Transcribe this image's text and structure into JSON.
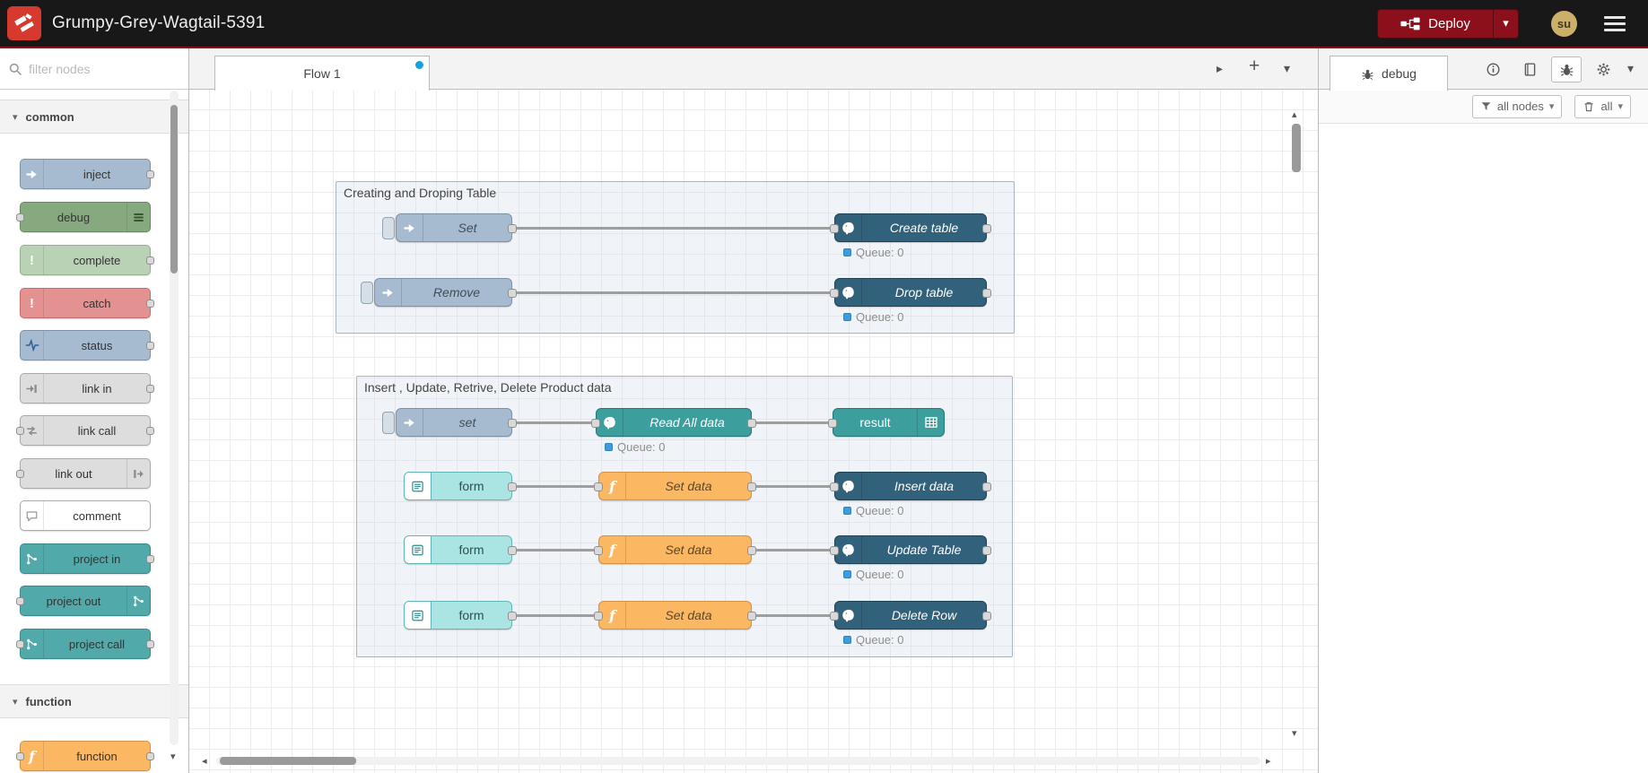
{
  "header": {
    "title": "Grumpy-Grey-Wagtail-5391",
    "deploy": {
      "label": "Deploy"
    },
    "user": {
      "initials": "su"
    }
  },
  "palette": {
    "search_placeholder": "filter nodes",
    "categories": [
      {
        "label": "common",
        "items": [
          {
            "label": "inject"
          },
          {
            "label": "debug"
          },
          {
            "label": "complete"
          },
          {
            "label": "catch"
          },
          {
            "label": "status"
          },
          {
            "label": "link in"
          },
          {
            "label": "link call"
          },
          {
            "label": "link out"
          },
          {
            "label": "comment"
          },
          {
            "label": "project in"
          },
          {
            "label": "project out"
          },
          {
            "label": "project call"
          }
        ]
      },
      {
        "label": "function",
        "items": [
          {
            "label": "function"
          }
        ]
      }
    ]
  },
  "workspace": {
    "tabs": [
      {
        "label": "Flow 1"
      }
    ],
    "groups": [
      {
        "label": "Creating and Droping Table"
      },
      {
        "label": "Insert , Update, Retrive, Delete Product data"
      }
    ],
    "nodes": [
      {
        "label": "Set"
      },
      {
        "label": "Create table",
        "status": "Queue: 0"
      },
      {
        "label": "Remove"
      },
      {
        "label": "Drop table",
        "status": "Queue: 0"
      },
      {
        "label": "set"
      },
      {
        "label": "Read All data",
        "status": "Queue: 0"
      },
      {
        "label": "result"
      },
      {
        "label": "form"
      },
      {
        "label": "Set data"
      },
      {
        "label": "Insert data",
        "status": "Queue: 0"
      },
      {
        "label": "form"
      },
      {
        "label": "Set data"
      },
      {
        "label": "Update Table",
        "status": "Queue: 0"
      },
      {
        "label": "form"
      },
      {
        "label": "Set data"
      },
      {
        "label": "Delete Row",
        "status": "Queue: 0"
      }
    ]
  },
  "sidebar": {
    "tabs": [
      {
        "label": "debug"
      }
    ],
    "filter_button": "all nodes",
    "clear_button": "all"
  },
  "icons": {
    "caret_down": "▾",
    "chevron_right": "▸",
    "chevron_left": "◂",
    "chevron_up": "▴",
    "plus": "+",
    "exclamation": "!",
    "function_f": "f"
  },
  "colors": {
    "header_bg": "#181818",
    "deploy_red": "#8C101C",
    "node_inject": "#a6bbcf",
    "node_debug": "#87a980",
    "node_function": "#fbb761",
    "node_postgres": "#31617b",
    "node_teal": "#3d9e9e",
    "node_form": "#abe5e3",
    "status_blue": "#3f9bdc",
    "unsaved_dot": "#17a2d8"
  }
}
